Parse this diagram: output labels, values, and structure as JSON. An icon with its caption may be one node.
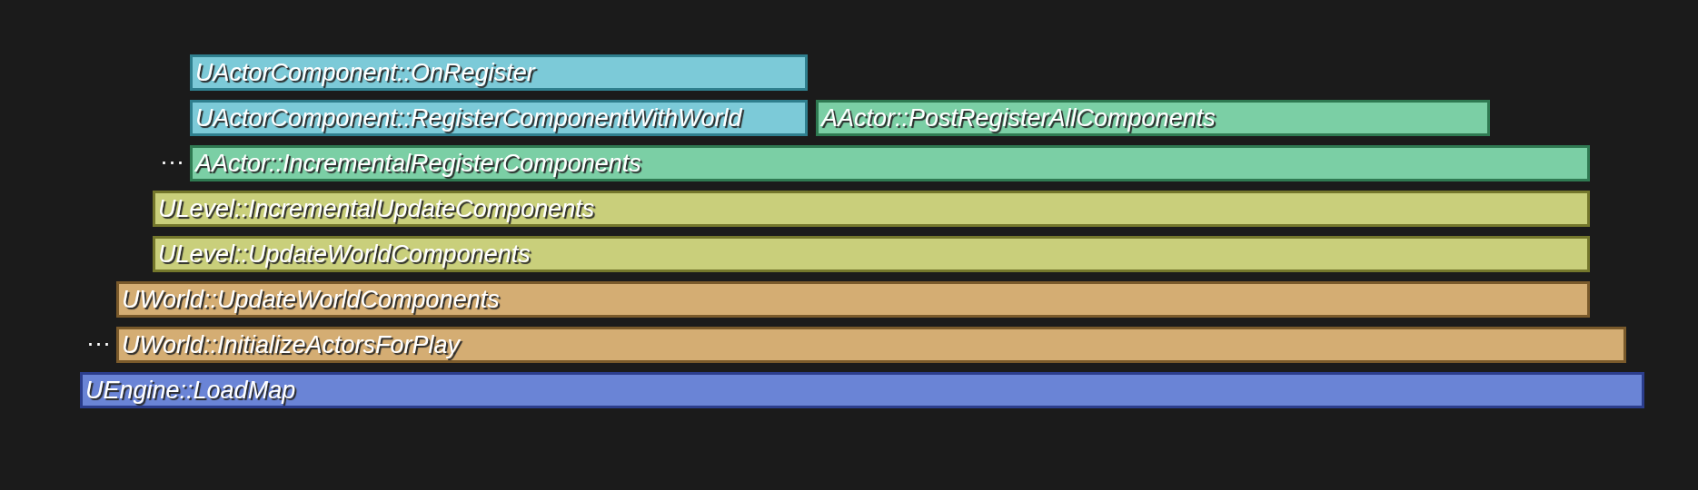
{
  "diagram": {
    "nodes": [
      {
        "text": [
          "UActorComponent::OnRegister"
        ]
      },
      {
        "text": [
          "UActorComponent::RegisterComponentWithWorld"
        ]
      },
      {
        "text": [
          "AActor::PostRegisterAllComponents"
        ]
      },
      {
        "text": [
          "AActor::IncrementalRegisterComponents"
        ],
        "beside": [
          "···"
        ]
      },
      {
        "text": [
          "ULevel::IncrementalUpdateComponents"
        ]
      },
      {
        "text": [
          "ULevel::UpdateWorldComponents"
        ]
      },
      {
        "text": [
          "UWorld::UpdateWorldComponents"
        ]
      },
      {
        "text": [
          "UWorld::InitializeActorsForPlay"
        ],
        "beside": [
          "···"
        ]
      },
      {
        "text": [
          "UEngine::LoadMap"
        ]
      }
    ]
  }
}
